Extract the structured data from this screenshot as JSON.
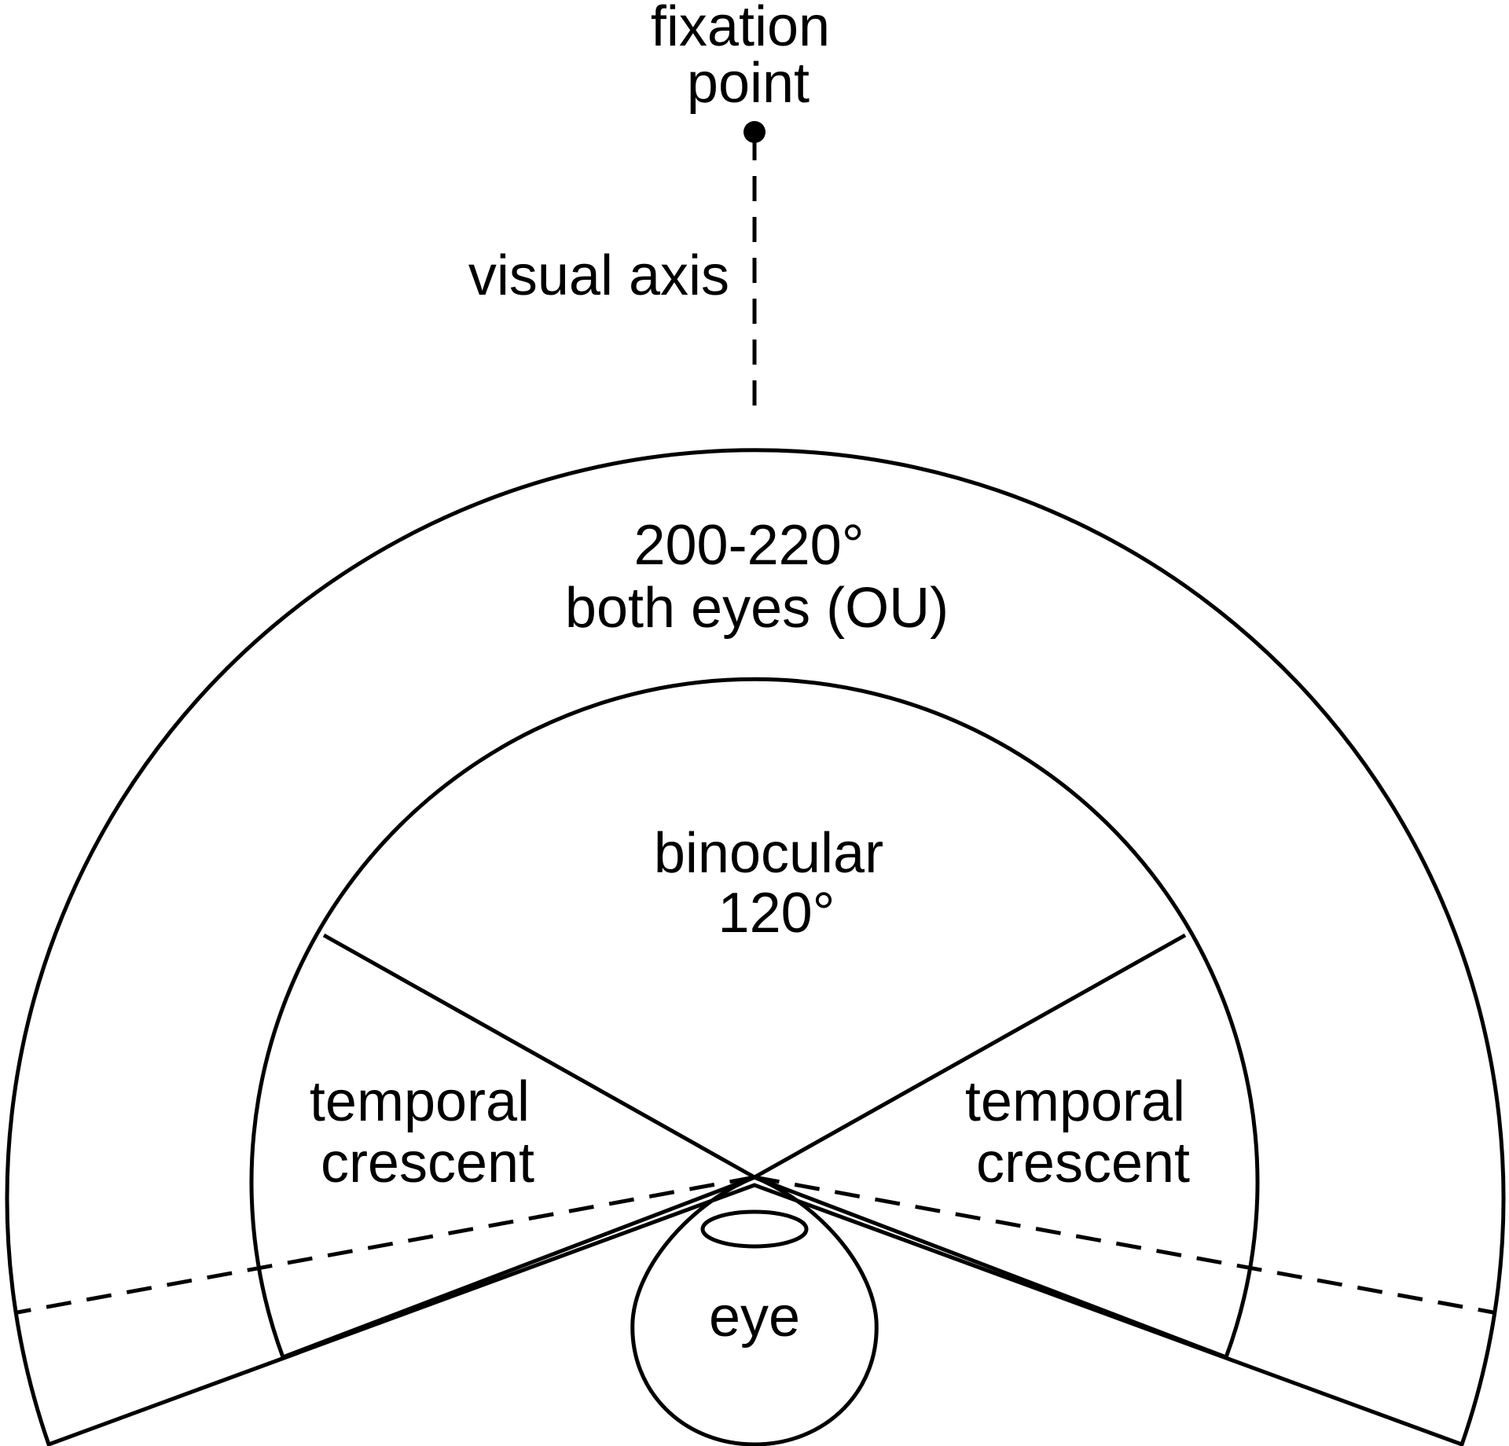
{
  "labels": {
    "fixation_line1": "fixation",
    "fixation_line2": "point",
    "visual_axis": "visual axis",
    "total_line1": "200-220°",
    "total_line2": "both eyes (OU)",
    "binocular_line1": "binocular",
    "binocular_line2": "120°",
    "temporal_left_line1": "temporal",
    "temporal_left_line2": "crescent",
    "temporal_right_line1": "temporal",
    "temporal_right_line2": "crescent",
    "eye": "eye"
  },
  "colors": {
    "field_fill": "#8cffff",
    "outline": "#000000",
    "background": "#ffffff"
  }
}
